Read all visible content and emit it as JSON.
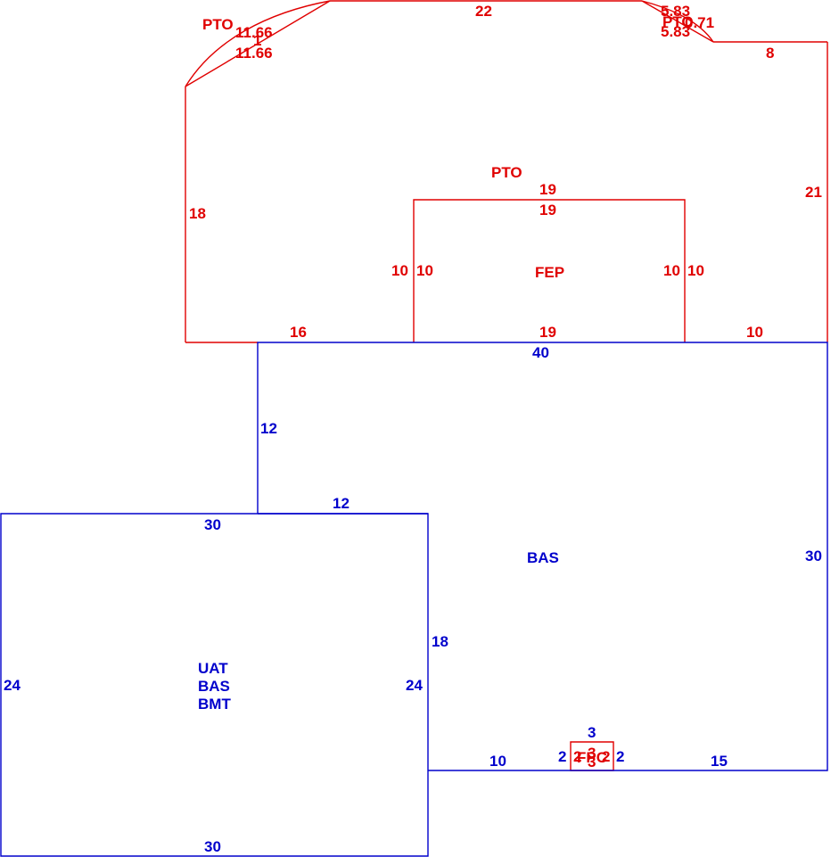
{
  "colors": {
    "upper": "#e00000",
    "lower": "#0000cc",
    "background": "#ffffff"
  },
  "upper_labels": {
    "pto_left": "PTO",
    "arc_left_outer": "11.66",
    "arc_left_mid": "1",
    "arc_left_inner": "11.66",
    "top_edge": "22",
    "arc_right_outer": "5.83",
    "pto_right": "PTO",
    "arc_right_mid": "0.71",
    "arc_right_inner": "5.83",
    "right_step": "8",
    "right_side": "21",
    "left_side": "18",
    "pto_center": "PTO",
    "fep_top_outer": "19",
    "fep_top_inner": "19",
    "fep_left_outer": "10",
    "fep_left_inner": "10",
    "fep_name": "FEP",
    "fep_right_inner": "10",
    "fep_right_outer": "10",
    "bottom_left": "16",
    "fep_bottom": "19",
    "bottom_right": "10",
    "small_box_left": "2",
    "small_box_top": "3",
    "small_box_mid": "3",
    "small_box_right": "2",
    "small_box_name": "FPC"
  },
  "lower_labels": {
    "bas_top": "40",
    "bas_left_upper": "12",
    "bas_step": "12",
    "bas_name": "BAS",
    "bas_right": "30",
    "bas_left_lower": "18",
    "uat_top": "30",
    "uat_left": "24",
    "uat_right": "24",
    "uat_bottom": "30",
    "uat_name_1": "UAT",
    "uat_name_2": "BAS",
    "uat_name_3": "BMT",
    "bas_bottom_left": "10",
    "small_box_left": "2",
    "small_box_top": "3",
    "small_box_right": "2",
    "bas_bottom_right": "15"
  }
}
